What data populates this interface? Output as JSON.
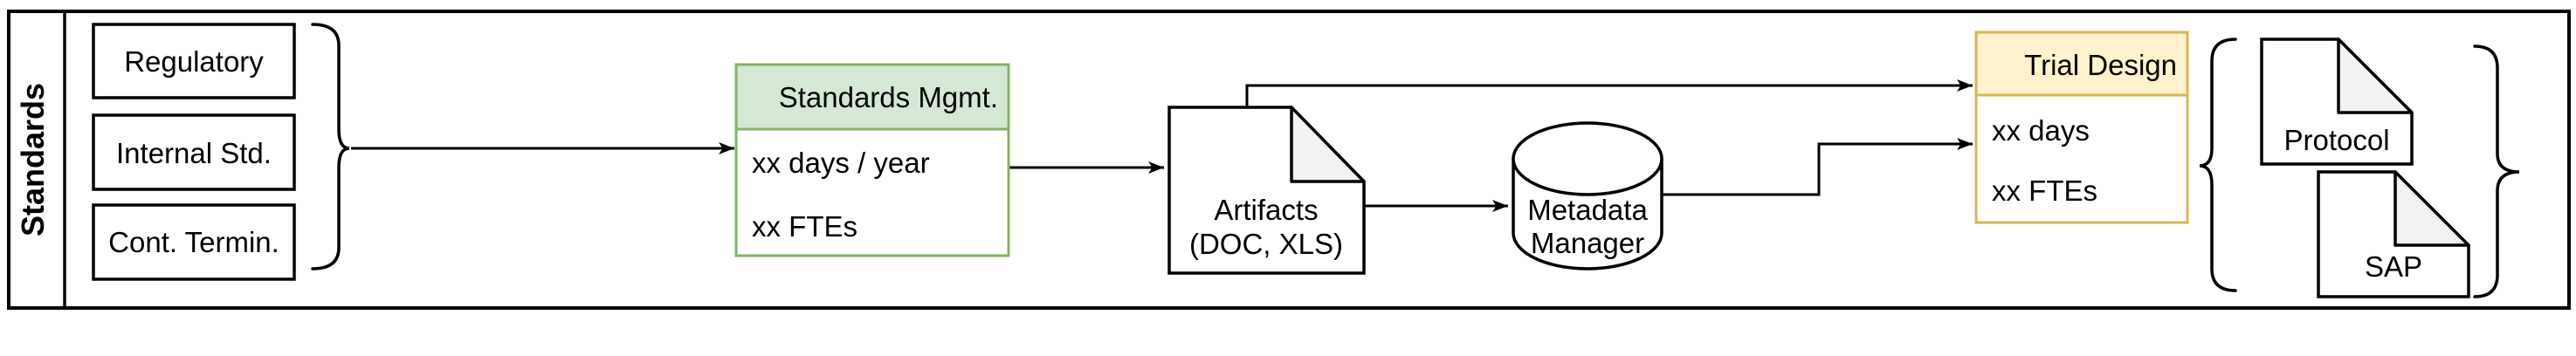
{
  "lane": {
    "label": "Standards"
  },
  "sources": [
    {
      "label": "Regulatory"
    },
    {
      "label": "Internal Std."
    },
    {
      "label": "Cont. Termin."
    }
  ],
  "standards_mgmt": {
    "title": "Standards Mgmt.",
    "line1": "xx days / year",
    "line2": "xx FTEs"
  },
  "artifacts": {
    "line1": "Artifacts",
    "line2": "(DOC, XLS)"
  },
  "metadata_manager": {
    "line1": "Metadata",
    "line2": "Manager"
  },
  "trial_design": {
    "title": "Trial Design",
    "line1": "xx days",
    "line2": "xx FTEs"
  },
  "deliverables": [
    {
      "label": "Protocol"
    },
    {
      "label": "SAP"
    }
  ],
  "colors": {
    "green_fill": "#d5e8d4",
    "green_border": "#82b366",
    "yellow_fill": "#fff2cc",
    "yellow_border": "#d6b656",
    "fold_fill": "#f2f2f2",
    "line": "#000000",
    "white": "#ffffff"
  }
}
